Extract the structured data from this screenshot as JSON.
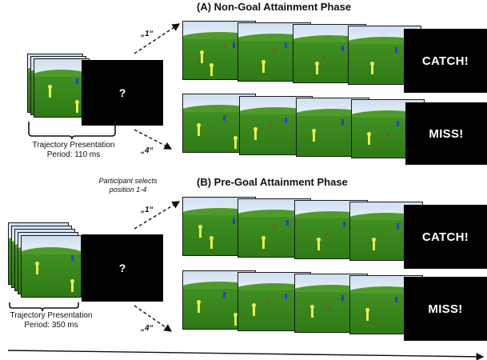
{
  "phase_a": {
    "title": "(A) Non-Goal Attainment Phase",
    "outcome_top": "CATCH!",
    "outcome_bottom": "MISS!"
  },
  "phase_b": {
    "title": "(B) Pre-Goal Attainment Phase",
    "outcome_top": "CATCH!",
    "outcome_bottom": "MISS!"
  },
  "mask_symbol": "?",
  "traj_a": {
    "line1": "Trajectory Presentation",
    "line2": "Period: 110 ms"
  },
  "traj_b": {
    "line1": "Trajectory Presentation",
    "line2": "Period: 350 ms"
  },
  "selects": {
    "line1": "Participant selects",
    "line2": "position 1-4"
  },
  "position_labels": {
    "first": "„1“",
    "last": "„4“"
  },
  "colors": {
    "grass": "#3d8a1e",
    "sky": "#dce8f3",
    "mask": "#000000",
    "figure": "#e8f04a"
  }
}
